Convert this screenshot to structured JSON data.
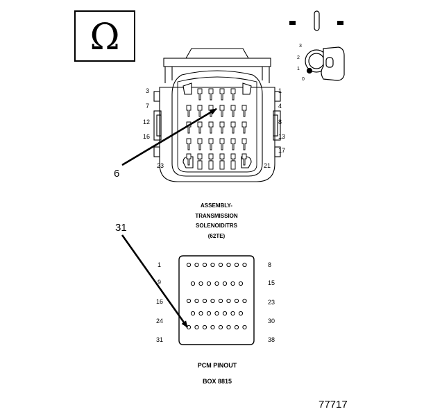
{
  "symbol_box": {
    "glyph": "Ω"
  },
  "connector_62te": {
    "pin_labels_left": [
      "3",
      "7",
      "12",
      "16",
      "23"
    ],
    "pin_labels_right": [
      "1",
      "4",
      "8",
      "13",
      "17",
      "21"
    ],
    "callout": "6",
    "caption_lines": [
      "ASSEMBLY-",
      "TRANSMISSION",
      "SOLENOID/TRS",
      "(62TE)"
    ]
  },
  "ignition_key": {
    "positions": [
      "3",
      "2",
      "1",
      "0"
    ]
  },
  "pcm_pinout": {
    "row_start_labels": [
      "1",
      "9",
      "16",
      "24",
      "31"
    ],
    "row_end_labels": [
      "8",
      "15",
      "23",
      "30",
      "38"
    ],
    "callout": "31",
    "caption_lines": [
      "PCM PINOUT",
      "BOX 8815"
    ]
  },
  "figure_number": "77717"
}
